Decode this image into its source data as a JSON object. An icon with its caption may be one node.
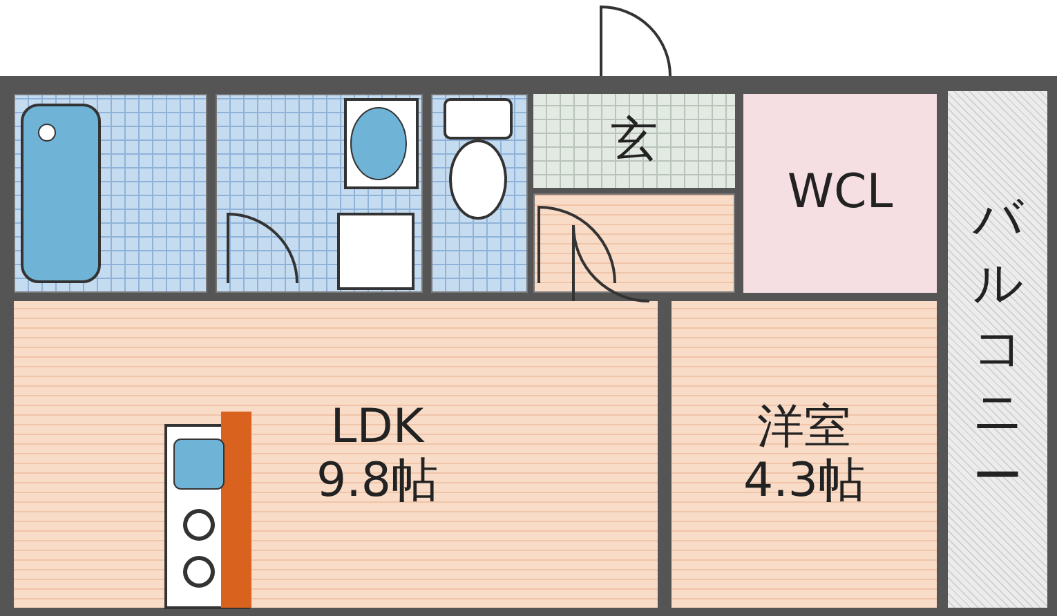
{
  "diagram": {
    "nodes": [
      {
        "text": [],
        "shape": "box"
      },
      {
        "text": [],
        "shape": "box"
      },
      {
        "text": [],
        "shape": "box"
      },
      {
        "text": [
          "玄"
        ]
      },
      {
        "text": [],
        "shape": "box"
      },
      {
        "text": [
          "WCL"
        ]
      },
      {
        "text": [
          "バルコニー"
        ]
      },
      {
        "text": [
          "LDK",
          "9.8帖"
        ]
      },
      {
        "text": [
          "洋室",
          "4.3帖"
        ]
      }
    ]
  }
}
